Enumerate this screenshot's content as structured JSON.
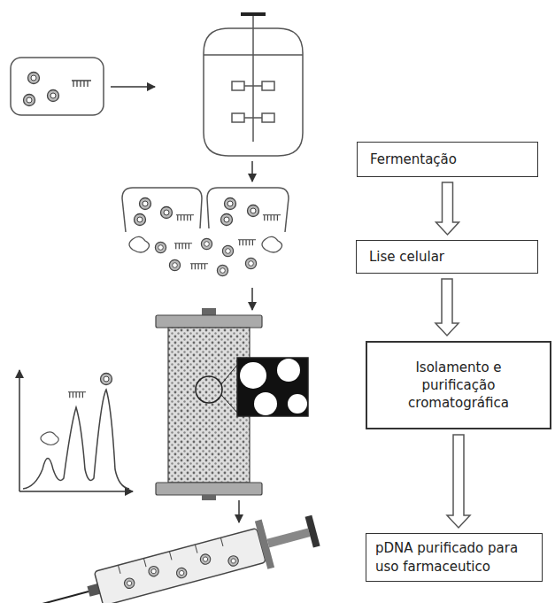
{
  "diagram": {
    "nodes": [
      {
        "text": [
          "Fermentação"
        ]
      },
      {
        "text": [
          "Lise celular"
        ]
      },
      {
        "text": [
          "Isolamento e purificação cromatográfica"
        ]
      },
      {
        "text": [
          "pDNA purificado para uso farmaceutico"
        ]
      }
    ],
    "edges": [
      {
        "from": 0,
        "to": 1,
        "arrow": "to"
      },
      {
        "from": 1,
        "to": 2,
        "arrow": "to"
      },
      {
        "from": 2,
        "to": 3,
        "arrow": "to"
      }
    ]
  }
}
